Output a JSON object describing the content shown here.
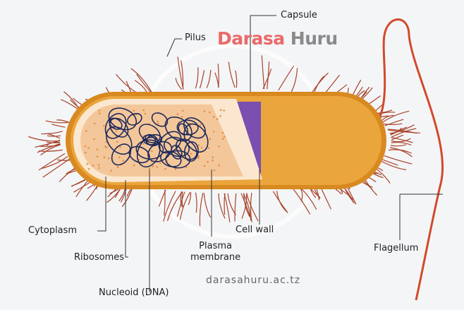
{
  "labels": {
    "capsule": "Capsule",
    "pilus": "Pilus",
    "cytoplasm": "Cytoplasm",
    "ribosomes": "Ribosomes",
    "nucleoid": "Nucleoid (DNA)",
    "plasma_membrane_1": "Plasma",
    "plasma_membrane_2": "membrane",
    "cell_wall": "Cell wall",
    "flagellum": "Flagellum"
  },
  "watermark": {
    "part1": "Darasa",
    "part2": "Huru",
    "url": "darasahuru.ac.tz"
  },
  "colors": {
    "capsule": "#e8a23a",
    "wall": "#7a4fb0",
    "cytoplasm": "#f4c79a",
    "dna": "#1e2a5a",
    "pili": "#a8432a",
    "background": "#f4f5f7"
  }
}
